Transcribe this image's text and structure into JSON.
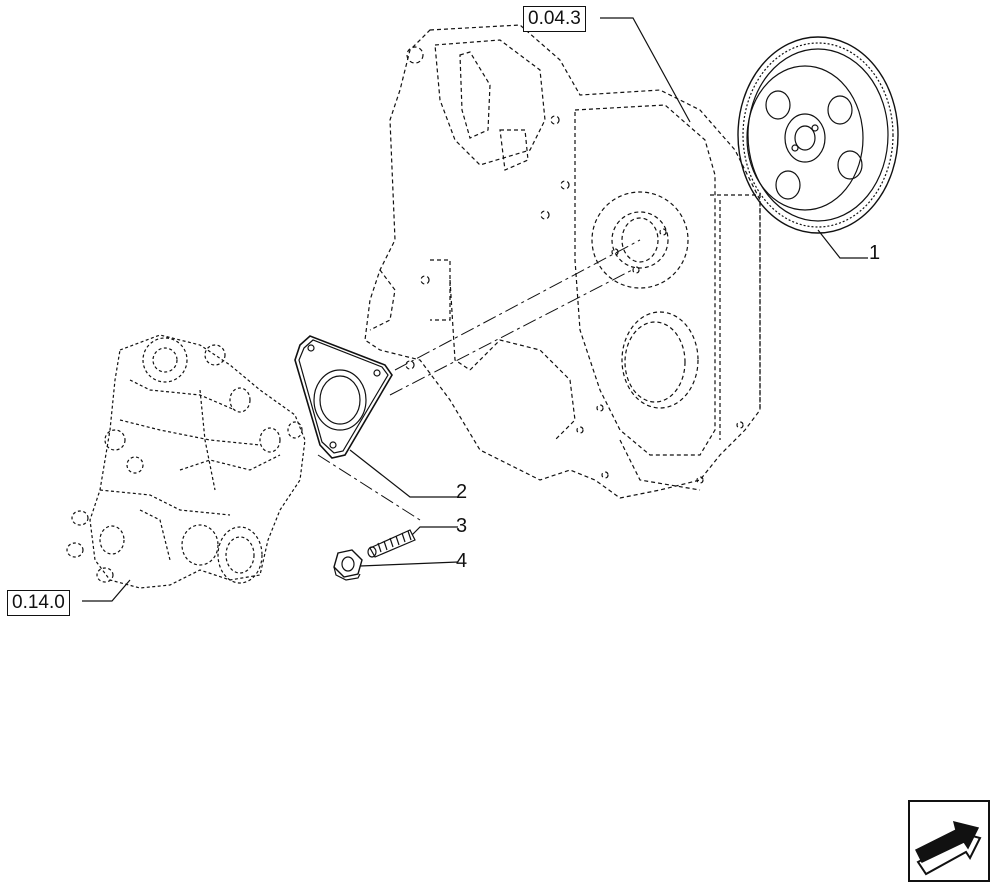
{
  "references": {
    "timing_cover": "0.04.3",
    "injection_pump": "0.14.0"
  },
  "callouts": {
    "gear": "1",
    "gasket": "2",
    "stud": "3",
    "nut": "4"
  },
  "icons": {
    "navigation": "arrow-next-icon"
  },
  "colors": {
    "line": "#111111",
    "background": "#ffffff"
  }
}
